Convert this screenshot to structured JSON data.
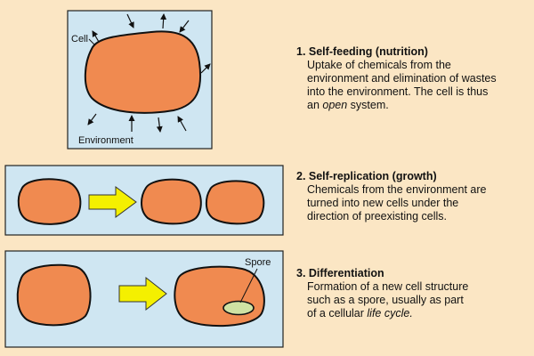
{
  "colors": {
    "background": "#fbe6c4",
    "panel": "#cfe6f2",
    "cell_fill": "#f08a50",
    "arrow_fill": "#f4f000",
    "spore_fill": "#cfe2a3"
  },
  "panels": [
    {
      "labels": {
        "cell": "Cell",
        "environment": "Environment"
      },
      "title": "1. Self-feeding (nutrition)",
      "desc": {
        "line1": "Uptake of chemicals from the",
        "line2": "environment and elimination of wastes",
        "line3": "into  the environment. The cell is thus",
        "line4_pre": "an ",
        "line4_em": "open",
        "line4_post": " system."
      }
    },
    {
      "title": "2. Self-replication (growth)",
      "desc": {
        "line1": "Chemicals from the environment are",
        "line2": "turned into new cells under the",
        "line3": "direction of preexisting cells."
      }
    },
    {
      "labels": {
        "spore": "Spore"
      },
      "title": "3. Differentiation",
      "desc": {
        "line1": "Formation of a new cell structure",
        "line2": "such as a spore,  usually as part",
        "line3_pre": "of a cellular ",
        "line3_em": "life cycle."
      }
    }
  ]
}
